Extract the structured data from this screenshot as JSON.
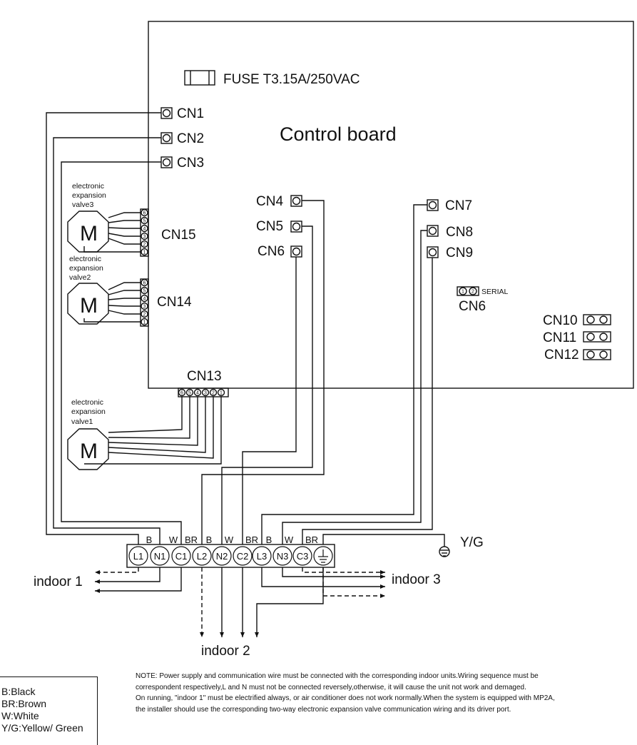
{
  "fuse_label": "FUSE T3.15A/250VAC",
  "board_title": "Control board",
  "connectors": {
    "cn1": "CN1",
    "cn2": "CN2",
    "cn3": "CN3",
    "cn4": "CN4",
    "cn5": "CN5",
    "cn6": "CN6",
    "cn7": "CN7",
    "cn8": "CN8",
    "cn9": "CN9",
    "cn10": "CN10",
    "cn11": "CN11",
    "cn12": "CN12",
    "cn13": "CN13",
    "cn14": "CN14",
    "cn15": "CN15",
    "serial_label": "SERIAL",
    "serial_cn": "CN6"
  },
  "valves": {
    "line1": "electronic",
    "line2": "expansion",
    "v3": "valve3",
    "v2": "valve2",
    "v1": "valve1",
    "motor": "M"
  },
  "pins": [
    "6",
    "5",
    "4",
    "3",
    "2",
    "1"
  ],
  "serial_pins": [
    "1",
    "2"
  ],
  "terminals": [
    "L1",
    "N1",
    "C1",
    "L2",
    "N2",
    "C2",
    "L3",
    "N3",
    "C3"
  ],
  "wire_colors": [
    "B",
    "W",
    "BR",
    "B",
    "W",
    "BR",
    "B",
    "W",
    "BR"
  ],
  "yg_label": "Y/G",
  "indoor": {
    "one": "indoor 1",
    "two": "indoor 2",
    "three": "indoor 3"
  },
  "legend": [
    "B:Black",
    "BR:Brown",
    "W:White",
    "Y/G:Yellow/ Green"
  ],
  "note": [
    "NOTE: Power supply and communication wire must be connected with the corresponding indoor units.Wiring sequence must be",
    "correspondent respectively,L and N must not be connected reversely,otherwise, it will cause the unit not work and demaged.",
    "On running, \"indoor 1\" must be electrified always, or air conditioner does not work normally.When the system is equipped with MP2A,",
    "the installer should use the corresponding two-way electronic expansion valve communication wiring and its driver port."
  ]
}
